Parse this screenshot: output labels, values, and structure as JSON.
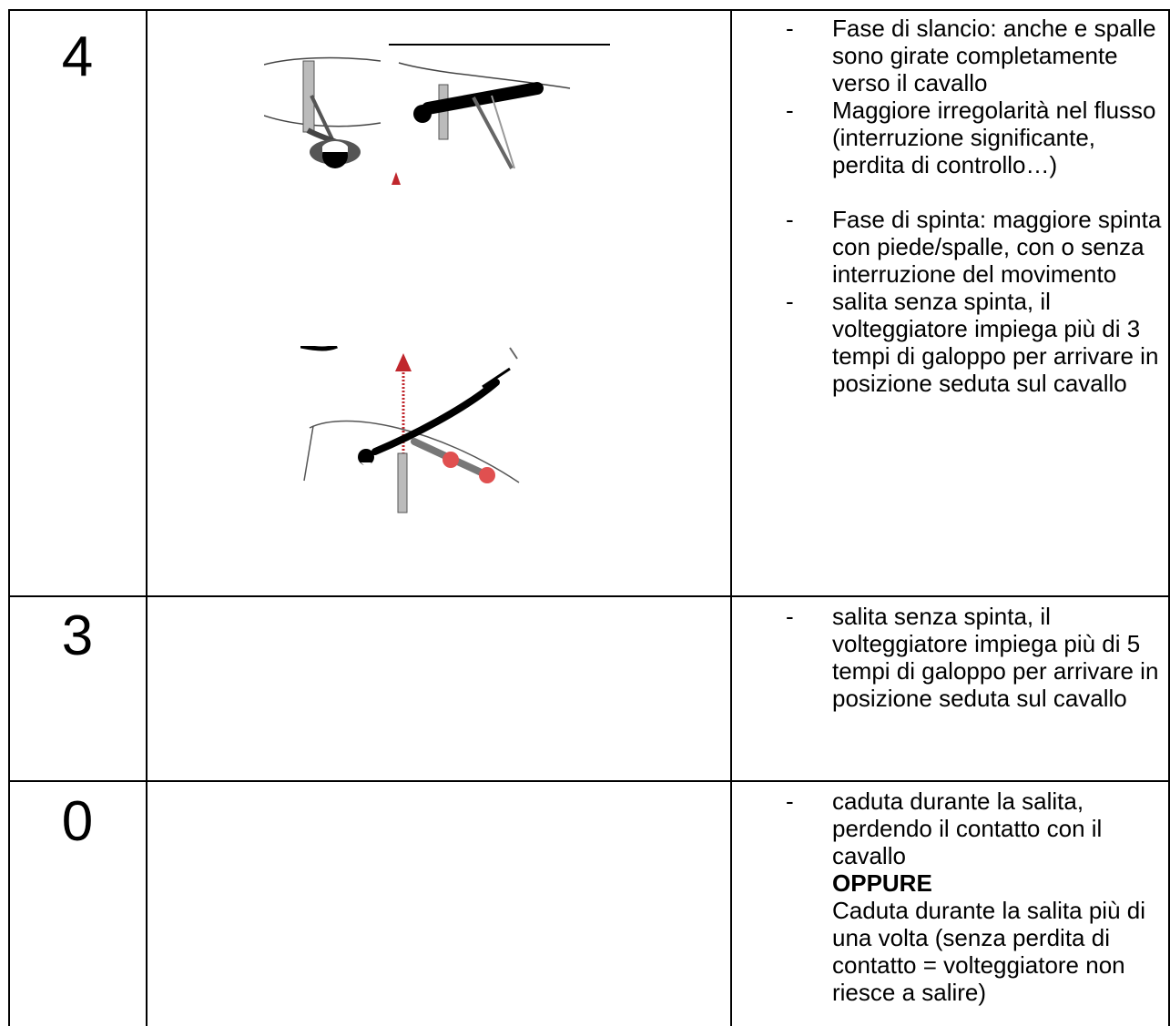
{
  "rows": [
    {
      "score": "4",
      "criteria": [
        "Fase di slancio: anche e spalle sono girate completamente verso il cavallo",
        "Maggiore irregolarità nel flusso (interruzione significante, perdita di controllo…)",
        "Fase di spinta: maggiore spinta con piede/spalle, con o senza interruzione del movimento",
        "salita senza spinta, il volteggiatore impiega più di 3 tempi di galoppo per arrivare in posizione seduta sul cavallo"
      ]
    },
    {
      "score": "3",
      "criteria": [
        "salita senza spinta, il volteggiatore impiega più di 5 tempi di galoppo per arrivare in posizione seduta sul cavallo"
      ]
    },
    {
      "score": "0",
      "criteria": [
        "caduta durante la salita, perdendo il contatto con il cavallo"
      ],
      "connector": "OPPURE",
      "alternative": "Caduta durante la salita più di una volta (senza perdita di contatto = volteggiatore non riesce a salire)"
    }
  ],
  "dash": "-",
  "colors": {
    "accent_red": "#c0272d",
    "marker_red": "#e05050"
  }
}
